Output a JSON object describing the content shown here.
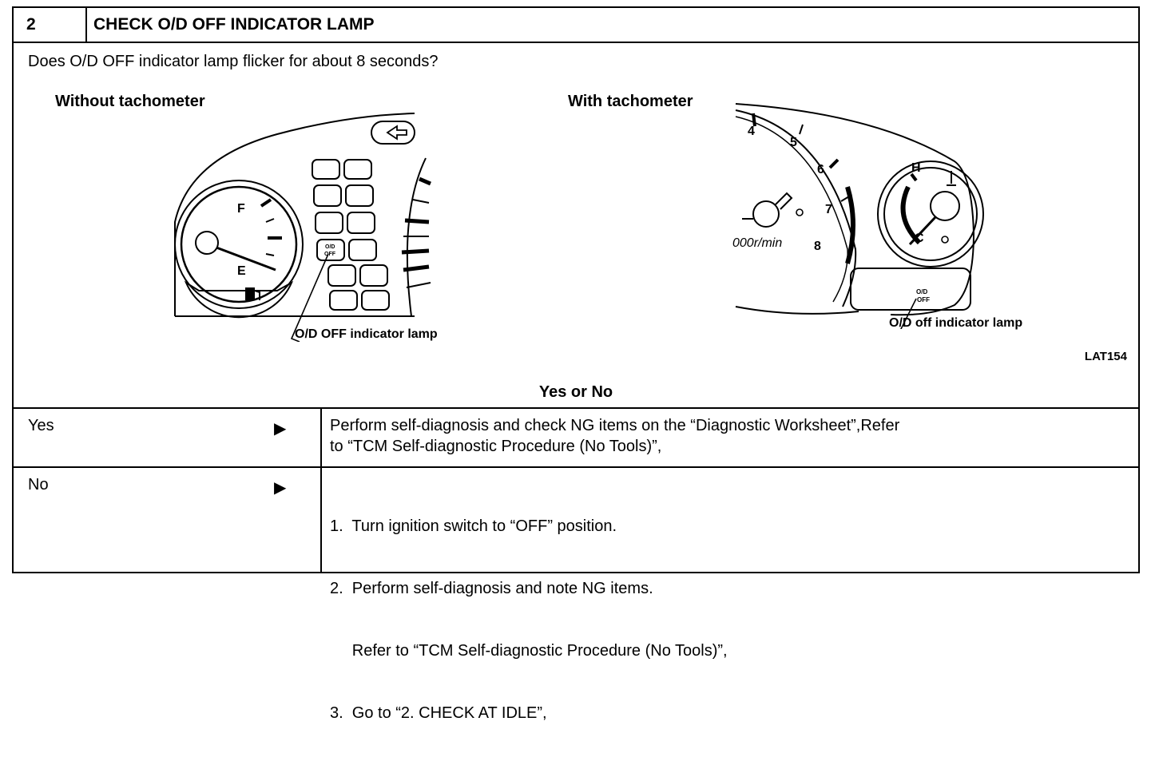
{
  "header": {
    "step_number": "2",
    "title": "CHECK O/D OFF INDICATOR LAMP"
  },
  "question": "Does O/D OFF indicator lamp flicker for about 8 seconds?",
  "figure": {
    "left": {
      "title": "Without tachometer",
      "gauge_full": "F",
      "gauge_empty": "E",
      "lamp_text_top": "O/D",
      "lamp_text_bottom": "OFF",
      "callout": "O/D OFF indicator lamp"
    },
    "right": {
      "title": "With tachometer",
      "tach_ticks": [
        "4",
        "5",
        "6",
        "7",
        "8"
      ],
      "tach_unit": "000r/min",
      "temp_hot": "H",
      "temp_cold": "C",
      "lamp_text_top": "O/D",
      "lamp_text_bottom": "OFF",
      "callout": "O/D off indicator lamp"
    },
    "code": "LAT154"
  },
  "answer_heading": "Yes or No",
  "rows": [
    {
      "label": "Yes",
      "arrow": "▶",
      "lines": [
        "Perform self-diagnosis and check NG items on the “Diagnostic Worksheet”,Refer",
        "to “TCM Self-diagnostic Procedure (No Tools)”,"
      ]
    },
    {
      "label": "No",
      "arrow": "▶",
      "lines": [
        "1.  Turn ignition switch to “OFF” position.",
        "2.  Perform self-diagnosis and note NG items.",
        "     Refer to “TCM Self-diagnostic Procedure (No Tools)”,",
        "3.  Go to “2. CHECK AT IDLE”,"
      ]
    }
  ]
}
